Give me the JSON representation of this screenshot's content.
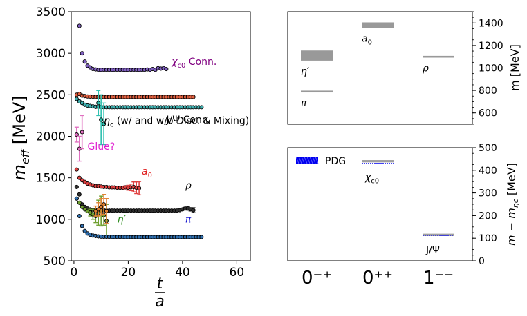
{
  "chart_data": [
    {
      "type": "scatter",
      "panel": "left",
      "xlabel_num": "t",
      "xlabel_den": "a",
      "ylabel_main": "m",
      "ylabel_sub": "eff",
      "ylabel_unit": "[MeV]",
      "xlim": [
        -1,
        65
      ],
      "ylim": [
        500,
        3500
      ],
      "xticks": [
        0,
        20,
        40,
        60
      ],
      "yticks": [
        500,
        1000,
        1500,
        2000,
        2500,
        3000,
        3500
      ],
      "grid": false,
      "annotations": [
        {
          "label": "χ_c0 Conn.",
          "x": 36,
          "y": 2860,
          "color": "#800080"
        },
        {
          "label": "J/Ψ Conn.",
          "x": 34,
          "y": 2160,
          "color": "#000000"
        },
        {
          "label": "η_c (w/ and w/o Disc. & Mixing)",
          "x": 11,
          "y": 2150,
          "color": "#000000"
        },
        {
          "label": "Glue?",
          "x": 5,
          "y": 1840,
          "color": "#e020d0"
        },
        {
          "label": "a_0",
          "x": 25,
          "y": 1540,
          "color": "#e02020"
        },
        {
          "label": "ρ",
          "x": 41,
          "y": 1370,
          "color": "#000000"
        },
        {
          "label": "η′",
          "x": 16,
          "y": 960,
          "color": "#2a8a1a"
        },
        {
          "label": "π",
          "x": 41,
          "y": 960,
          "color": "#1a1ad0"
        }
      ],
      "series": [
        {
          "color": "#8060c0",
          "x": [
            2,
            3,
            4,
            5,
            6,
            7,
            8,
            9,
            10,
            11,
            12,
            13,
            14,
            15,
            16,
            17,
            18,
            19,
            20,
            21,
            22,
            23,
            24,
            25,
            26,
            27,
            28,
            29,
            30,
            31,
            32,
            33,
            34
          ],
          "y": [
            3330,
            3000,
            2900,
            2850,
            2830,
            2810,
            2805,
            2800,
            2800,
            2800,
            2800,
            2800,
            2800,
            2800,
            2800,
            2800,
            2800,
            2800,
            2800,
            2800,
            2800,
            2800,
            2800,
            2800,
            2800,
            2805,
            2800,
            2810,
            2800,
            2820,
            2815,
            2820,
            2810
          ]
        },
        {
          "color": "#e06040",
          "x": [
            1,
            2,
            3,
            4,
            5,
            6,
            7,
            8,
            9,
            10,
            11,
            12,
            13,
            14,
            15,
            16,
            17,
            18,
            19,
            20,
            21,
            22,
            23,
            24,
            25,
            26,
            27,
            28,
            29,
            30,
            31,
            32,
            33,
            34,
            35,
            36,
            37,
            38,
            39,
            40,
            41,
            42,
            43,
            44
          ],
          "y": [
            2500,
            2510,
            2490,
            2485,
            2480,
            2478,
            2476,
            2475,
            2475,
            2475,
            2474,
            2474,
            2474,
            2474,
            2474,
            2474,
            2474,
            2474,
            2474,
            2474,
            2474,
            2474,
            2474,
            2474,
            2474,
            2474,
            2474,
            2474,
            2474,
            2474,
            2474,
            2474,
            2474,
            2474,
            2474,
            2474,
            2474,
            2474,
            2474,
            2474,
            2474,
            2474,
            2474,
            2474
          ]
        },
        {
          "color": "#40b0b0",
          "x": [
            1,
            2,
            3,
            4,
            5,
            6,
            7,
            8,
            9,
            10,
            11,
            12,
            13,
            14,
            15,
            16,
            17,
            18,
            19,
            20,
            21,
            22,
            23,
            24,
            25,
            26,
            27,
            28,
            29,
            30,
            31,
            32,
            33,
            34,
            35,
            36,
            37,
            38,
            39,
            40,
            41,
            42,
            43,
            44,
            45,
            46,
            47
          ],
          "y": [
            2450,
            2420,
            2400,
            2380,
            2370,
            2365,
            2360,
            2355,
            2355,
            2355,
            2350,
            2350,
            2350,
            2350,
            2350,
            2350,
            2350,
            2350,
            2350,
            2350,
            2350,
            2350,
            2350,
            2350,
            2350,
            2350,
            2350,
            2350,
            2350,
            2350,
            2350,
            2350,
            2350,
            2350,
            2350,
            2350,
            2350,
            2350,
            2350,
            2350,
            2350,
            2350,
            2350,
            2350,
            2350,
            2350,
            2350
          ]
        },
        {
          "color": "#e070c0",
          "x": [
            1,
            2,
            3
          ],
          "y": [
            2020,
            1850,
            2050
          ],
          "err": [
            90,
            150,
            200
          ]
        },
        {
          "color": "#30c0b0",
          "x": [
            9,
            10,
            11
          ],
          "y": [
            2400,
            2200,
            2150
          ],
          "err": [
            150,
            300,
            250
          ]
        },
        {
          "color": "#e04040",
          "x": [
            1,
            2,
            3,
            4,
            5,
            6,
            7,
            8,
            9,
            10,
            11,
            12,
            13,
            14,
            15,
            16,
            17,
            18,
            19,
            20,
            21,
            22,
            23,
            24
          ],
          "y": [
            1600,
            1500,
            1470,
            1450,
            1430,
            1420,
            1410,
            1400,
            1400,
            1395,
            1390,
            1390,
            1385,
            1385,
            1385,
            1380,
            1380,
            1380,
            1385,
            1380,
            1385,
            1390,
            1380,
            1375
          ],
          "err": [
            0,
            0,
            0,
            0,
            0,
            0,
            0,
            0,
            0,
            0,
            0,
            0,
            0,
            0,
            0,
            0,
            5,
            10,
            20,
            30,
            40,
            60,
            70,
            80
          ]
        },
        {
          "color": "#303030",
          "x": [
            1,
            2,
            3,
            4,
            5,
            6,
            7,
            8,
            9,
            10,
            11,
            12,
            13,
            14,
            15,
            16,
            17,
            18,
            19,
            20,
            21,
            22,
            23,
            24,
            25,
            26,
            27,
            28,
            29,
            30,
            31,
            32,
            33,
            34,
            35,
            36,
            37,
            38,
            39,
            40,
            41,
            42,
            43,
            44
          ],
          "y": [
            1390,
            1300,
            1180,
            1150,
            1130,
            1120,
            1115,
            1110,
            1110,
            1108,
            1108,
            1105,
            1105,
            1105,
            1105,
            1105,
            1105,
            1105,
            1105,
            1105,
            1105,
            1105,
            1105,
            1105,
            1105,
            1105,
            1105,
            1105,
            1105,
            1105,
            1105,
            1105,
            1105,
            1105,
            1105,
            1105,
            1105,
            1105,
            1110,
            1120,
            1130,
            1130,
            1120,
            1110
          ],
          "err": [
            0,
            0,
            0,
            0,
            0,
            0,
            0,
            0,
            0,
            0,
            0,
            0,
            0,
            0,
            0,
            0,
            0,
            0,
            0,
            0,
            0,
            0,
            0,
            0,
            0,
            0,
            0,
            0,
            0,
            0,
            0,
            0,
            0,
            0,
            0,
            0,
            0,
            0,
            0,
            10,
            15,
            20,
            20,
            30
          ]
        },
        {
          "color": "#70a030",
          "x": [
            1,
            2,
            3,
            4,
            5,
            6,
            7,
            8,
            9,
            10,
            11,
            12
          ],
          "y": [
            1250,
            1200,
            1150,
            1120,
            1100,
            1080,
            1060,
            1040,
            1080,
            1100,
            1050,
            980
          ],
          "err": [
            0,
            0,
            0,
            0,
            20,
            40,
            60,
            80,
            150,
            180,
            120,
            200
          ]
        },
        {
          "color": "#e08030",
          "x": [
            8,
            9,
            10,
            11,
            12
          ],
          "y": [
            1100,
            1120,
            1150,
            1180,
            1100
          ],
          "err": [
            60,
            80,
            100,
            120,
            150
          ]
        },
        {
          "color": "#3070b0",
          "x": [
            1,
            2,
            3,
            4,
            5,
            6,
            7,
            8,
            9,
            10,
            11,
            12,
            13,
            14,
            15,
            16,
            17,
            18,
            19,
            20,
            21,
            22,
            23,
            24,
            25,
            26,
            27,
            28,
            29,
            30,
            31,
            32,
            33,
            34,
            35,
            36,
            37,
            38,
            39,
            40,
            41,
            42,
            43,
            44,
            45,
            46,
            47
          ],
          "y": [
            1250,
            1040,
            920,
            860,
            830,
            815,
            805,
            800,
            795,
            792,
            790,
            790,
            789,
            788,
            788,
            788,
            788,
            788,
            787,
            787,
            787,
            787,
            787,
            787,
            787,
            787,
            787,
            787,
            787,
            787,
            787,
            787,
            787,
            787,
            787,
            787,
            787,
            787,
            787,
            787,
            787,
            787,
            787,
            787,
            787,
            787,
            787
          ]
        }
      ]
    },
    {
      "type": "bar",
      "panel": "top-right",
      "ylabel": "m [MeV]",
      "ylim": [
        500,
        1500
      ],
      "yticks": [
        600,
        800,
        1000,
        1200,
        1400
      ],
      "items": [
        {
          "label": "a_0",
          "col": 1,
          "center": 1380,
          "half": 25
        },
        {
          "label": "η′",
          "col": 0,
          "center": 1110,
          "half": 45
        },
        {
          "label": "ρ",
          "col": 2,
          "center": 1100,
          "half": 8
        },
        {
          "label": "π",
          "col": 0,
          "center": 790,
          "half": 8
        }
      ]
    },
    {
      "type": "bar",
      "panel": "bottom-right",
      "ylabel": "m − m_ηc [MeV]",
      "ylim": [
        0,
        500
      ],
      "yticks": [
        0,
        100,
        200,
        300,
        400,
        500
      ],
      "categories": [
        "0⁻⁺",
        "0⁺⁺",
        "1⁻⁻"
      ],
      "legend": "PDG",
      "items": [
        {
          "label": "χ_c0",
          "col": 1,
          "center": 440,
          "half": 5,
          "pdg": 430
        },
        {
          "label": "J/Ψ",
          "col": 2,
          "center": 115,
          "half": 5,
          "pdg": 113
        }
      ],
      "pdg_marker_color": "#0000ee",
      "bar_color": "#a0a0a0"
    }
  ]
}
